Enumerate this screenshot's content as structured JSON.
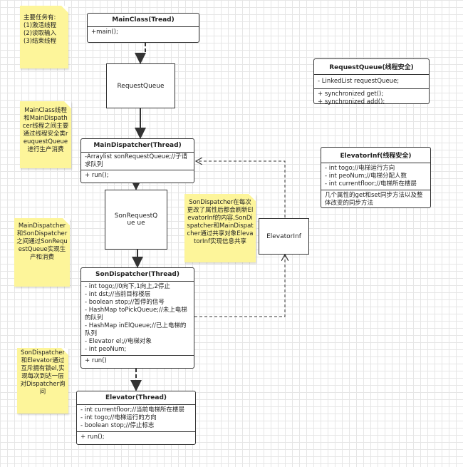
{
  "notes": {
    "tasks": [
      "主要任务有:",
      "(1)激活线程",
      "(2)读取输入",
      "(3)结束线程"
    ],
    "main_sync": "MainClass线程和MainDispathcer线程之间主要通过线程安全类reuquestQueue进行生产消费",
    "main_son": "MainDispatcher和SonDispatcher之间通过SonRequestQueue实现生产和消费",
    "son_elevator": "SonDispatcher和Elevator通过互斥拥有锁el,实现每次到达一层对Dispatcher询问",
    "elevatorinf_share": "SonDispatcher在每次更改了属性后都会刷新ElevatorInf的内容,SonDispatcher和MainDispatcher通过共享对象ElevatorInf实现信息共享"
  },
  "classes": {
    "mainclass": {
      "title": "MainClass(Tread)",
      "methods": [
        "+main();"
      ]
    },
    "requestqueue_ts": {
      "title": "RequestQueue(线程安全)",
      "fields": [
        "- LinkedList requestQueue;"
      ],
      "methods": [
        "+ synchronized get();",
        "+ synchronized add();"
      ]
    },
    "elevatorinf_ts": {
      "title": "ElevatorInf(线程安全)",
      "fields": [
        "- int togo;//电梯运行方向",
        "- int peoNum;//电梯分配人数",
        "- int currentfloor;//电梯所在楼层"
      ],
      "methods": [
        "几个属性的get和set同步方法以及整体改变的同步方法"
      ]
    },
    "maindispatcher": {
      "title": "MainDispatcher(Thread)",
      "fields": [
        "-Arraylist sonRequestQueue;//子请求队列"
      ],
      "methods": [
        "+ run();"
      ]
    },
    "sondispatcher": {
      "title": "SonDispatcher(Thread)",
      "fields": [
        "- int togo;//0向下,1向上,2停止",
        "- int dst;//当前目标楼层",
        "- boolean stop;//暂停的信号",
        "- HashMap toPickQueue;//未上电梯的队列",
        "- HashMap inElQueue;//已上电梯的队列",
        "- Elevator el;//电梯对象",
        "- int peoNum;"
      ],
      "methods": [
        "+ run()"
      ]
    },
    "elevator": {
      "title": "Elevator(Thread)",
      "fields": [
        "- int currentfloor;//当前电梯所在楼层",
        "- int togo;//电梯运行的方向",
        "- boolean stop;//停止标志"
      ],
      "methods": [
        "+ run();"
      ]
    }
  },
  "objects": {
    "requestqueue": "RequestQueue",
    "sonrequestqueue": "SonRequestQue ue",
    "elevatorinf": "ElevatorInf"
  }
}
